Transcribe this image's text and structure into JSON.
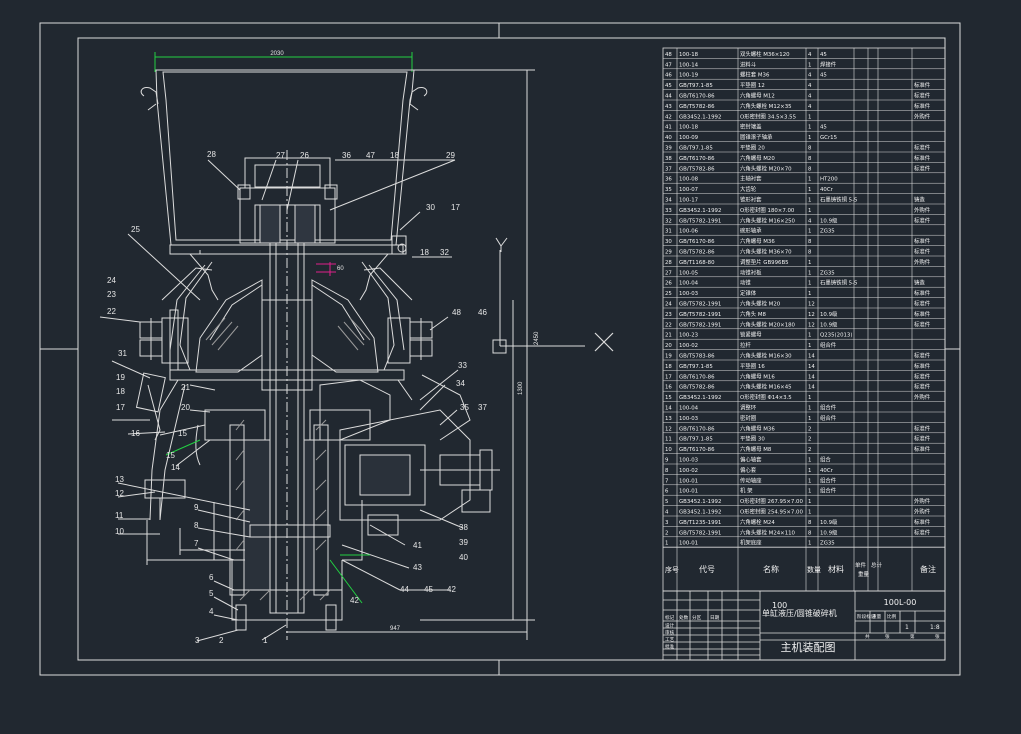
{
  "colors": {
    "background": "#212830",
    "line": "#dcdcdc",
    "dim_green": "#22d042",
    "mark_magenta": "#e0208a",
    "hatch": "#9a9a9a"
  },
  "drawing": {
    "top_dimension": "2030",
    "height_dimension": "2450",
    "sub_height_dimension": "1300",
    "base_dimension": "947",
    "magenta_mark": "60",
    "green_tag_a": "15",
    "green_tag_b": "42"
  },
  "balloons_left": [
    "28",
    "25",
    "24",
    "23",
    "22",
    "31",
    "19",
    "18",
    "17",
    "16",
    "15",
    "14",
    "13",
    "12",
    "11",
    "10",
    "9",
    "8",
    "7",
    "6",
    "5",
    "4",
    "3",
    "2",
    "1",
    "21",
    "20",
    "27",
    "26"
  ],
  "balloons_right": [
    "36",
    "47",
    "18",
    "29",
    "30",
    "17",
    "18",
    "32",
    "48",
    "46",
    "33",
    "34",
    "35",
    "37",
    "38",
    "39",
    "40",
    "41",
    "43",
    "44",
    "45",
    "42"
  ],
  "bom": {
    "rows": [
      {
        "no": "48",
        "code": "100-18",
        "name": "双头螺柱 M36×120",
        "qty": "4",
        "mat": "45",
        "note": ""
      },
      {
        "no": "47",
        "code": "100-14",
        "name": "进料斗",
        "qty": "1",
        "mat": "焊接件",
        "note": ""
      },
      {
        "no": "46",
        "code": "100-19",
        "name": "螺柱套 M36",
        "qty": "4",
        "mat": "45",
        "note": ""
      },
      {
        "no": "45",
        "code": "GB/T97.1-85",
        "name": "平垫圈 12",
        "qty": "4",
        "mat": "",
        "note": "标准件"
      },
      {
        "no": "44",
        "code": "GB/T6170-86",
        "name": "六角螺母 M12",
        "qty": "4",
        "mat": "",
        "note": "标准件"
      },
      {
        "no": "43",
        "code": "GB/T5782-86",
        "name": "六角头螺栓 M12×35",
        "qty": "4",
        "mat": "",
        "note": "标准件"
      },
      {
        "no": "42",
        "code": "GB3452.1-1992",
        "name": "O形密封圈 34.5×3.55",
        "qty": "1",
        "mat": "",
        "note": "外购件"
      },
      {
        "no": "41",
        "code": "100-18",
        "name": "密封端盖",
        "qty": "1",
        "mat": "45",
        "note": ""
      },
      {
        "no": "40",
        "code": "100-09",
        "name": "圆锥滚子轴承",
        "qty": "1",
        "mat": "GCr15",
        "note": ""
      },
      {
        "no": "39",
        "code": "GB/T97.1-85",
        "name": "平垫圈 20",
        "qty": "8",
        "mat": "",
        "note": "标准件"
      },
      {
        "no": "38",
        "code": "GB/T6170-86",
        "name": "六角螺母 M20",
        "qty": "8",
        "mat": "",
        "note": "标准件"
      },
      {
        "no": "37",
        "code": "GB/T5782-86",
        "name": "六角头螺栓 M20×70",
        "qty": "8",
        "mat": "",
        "note": "标准件"
      },
      {
        "no": "36",
        "code": "100-08",
        "name": "主轴衬套",
        "qty": "1",
        "mat": "HT200",
        "note": ""
      },
      {
        "no": "35",
        "code": "100-07",
        "name": "大齿轮",
        "qty": "1",
        "mat": "40Cr",
        "note": ""
      },
      {
        "no": "34",
        "code": "100-17",
        "name": "锥形衬套",
        "qty": "1",
        "mat": "石墨铸铁铜 5-5",
        "note": "铸造"
      },
      {
        "no": "33",
        "code": "GB3452.1-1992",
        "name": "O形密封圈 180×7.00",
        "qty": "1",
        "mat": "",
        "note": "外购件"
      },
      {
        "no": "32",
        "code": "GB/T5782-1991",
        "name": "六角头螺栓 M16×250",
        "qty": "4",
        "mat": "10.9级",
        "note": "标准件"
      },
      {
        "no": "31",
        "code": "100-06",
        "name": "碗形轴承",
        "qty": "1",
        "mat": "ZG35",
        "note": ""
      },
      {
        "no": "30",
        "code": "GB/T6170-86",
        "name": "六角螺母 M36",
        "qty": "8",
        "mat": "",
        "note": "标准件"
      },
      {
        "no": "29",
        "code": "GB/T5782-86",
        "name": "六角头螺栓 M36×70",
        "qty": "8",
        "mat": "",
        "note": "标准件"
      },
      {
        "no": "28",
        "code": "GB/T1168-80",
        "name": "调整垫片 GB996B5",
        "qty": "1",
        "mat": "",
        "note": "外购件"
      },
      {
        "no": "27",
        "code": "100-05",
        "name": "动锥衬板",
        "qty": "1",
        "mat": "ZG35",
        "note": ""
      },
      {
        "no": "26",
        "code": "100-04",
        "name": "动锥",
        "qty": "1",
        "mat": "石墨铸铁铜 5-5",
        "note": "铸造"
      },
      {
        "no": "25",
        "code": "100-03",
        "name": "定锥体",
        "qty": "1",
        "mat": "",
        "note": "标准件"
      },
      {
        "no": "24",
        "code": "GB/T5782-1991",
        "name": "六角头螺栓 M20",
        "qty": "12",
        "mat": "",
        "note": "标准件"
      },
      {
        "no": "23",
        "code": "GB/T5782-1991",
        "name": "六角头 M8",
        "qty": "12",
        "mat": "10.9级",
        "note": "标准件"
      },
      {
        "no": "22",
        "code": "GB/T5782-1991",
        "name": "六角头螺栓 M20×180",
        "qty": "12",
        "mat": "10.9级",
        "note": "标准件"
      },
      {
        "no": "21",
        "code": "100-23",
        "name": "锁紧螺母",
        "qty": "1",
        "mat": "Q235(2013)",
        "note": ""
      },
      {
        "no": "20",
        "code": "100-02",
        "name": "拉杆",
        "qty": "1",
        "mat": "组合件",
        "note": ""
      },
      {
        "no": "19",
        "code": "GB/T5783-86",
        "name": "六角头螺栓 M16×30",
        "qty": "14",
        "mat": "",
        "note": "标准件"
      },
      {
        "no": "18",
        "code": "GB/T97.1-85",
        "name": "平垫圈 16",
        "qty": "14",
        "mat": "",
        "note": "标准件"
      },
      {
        "no": "17",
        "code": "GB/T6170-86",
        "name": "六角螺母 M16",
        "qty": "14",
        "mat": "",
        "note": "标准件"
      },
      {
        "no": "16",
        "code": "GB/T5782-86",
        "name": "六角头螺栓 M16×45",
        "qty": "14",
        "mat": "",
        "note": "标准件"
      },
      {
        "no": "15",
        "code": "GB3452.1-1992",
        "name": "O形密封圈 Φ14×3.5",
        "qty": "1",
        "mat": "",
        "note": "外购件"
      },
      {
        "no": "14",
        "code": "100-04",
        "name": "调整环",
        "qty": "1",
        "mat": "组合件",
        "note": ""
      },
      {
        "no": "13",
        "code": "100-03",
        "name": "密封圈",
        "qty": "1",
        "mat": "组合件",
        "note": ""
      },
      {
        "no": "12",
        "code": "GB/T6170-86",
        "name": "六角螺母 M36",
        "qty": "2",
        "mat": "",
        "note": "标准件"
      },
      {
        "no": "11",
        "code": "GB/T97.1-85",
        "name": "平垫圈 30",
        "qty": "2",
        "mat": "",
        "note": "标准件"
      },
      {
        "no": "10",
        "code": "GB/T6170-86",
        "name": "六角螺母 M8",
        "qty": "2",
        "mat": "",
        "note": "标准件"
      },
      {
        "no": "9",
        "code": "100-03",
        "name": "偏心轴套",
        "qty": "1",
        "mat": "组合",
        "note": ""
      },
      {
        "no": "8",
        "code": "100-02",
        "name": "偏心套",
        "qty": "1",
        "mat": "40Cr",
        "note": ""
      },
      {
        "no": "7",
        "code": "100-01",
        "name": "传动轴座",
        "qty": "1",
        "mat": "组合件",
        "note": ""
      },
      {
        "no": "6",
        "code": "100-01",
        "name": "机 架",
        "qty": "1",
        "mat": "组合件",
        "note": ""
      },
      {
        "no": "5",
        "code": "GB3452.1-1992",
        "name": "O形密封圈 267.95×7.00",
        "qty": "1",
        "mat": "",
        "note": "外购件"
      },
      {
        "no": "4",
        "code": "GB3452.1-1992",
        "name": "O形密封圈 254.95×7.00",
        "qty": "1",
        "mat": "",
        "note": "外购件"
      },
      {
        "no": "3",
        "code": "GB/T1235-1991",
        "name": "六角螺栓 M24",
        "qty": "8",
        "mat": "10.9级",
        "note": "标准件"
      },
      {
        "no": "2",
        "code": "GB/T5782-1991",
        "name": "六角头螺栓 M24×110",
        "qty": "8",
        "mat": "10.9级",
        "note": "标准件"
      },
      {
        "no": "1",
        "code": "100-01",
        "name": "机架底座",
        "qty": "1",
        "mat": "ZG35",
        "note": ""
      }
    ],
    "header": {
      "no": "序号",
      "code": "代号",
      "name": "名称",
      "qty": "数量",
      "mat": "材料",
      "single": "单件",
      "total": "总计",
      "weight": "重量",
      "note": "备注"
    }
  },
  "title_block": {
    "product_line1": "100",
    "product_line2": "单缸液压/圆锥破碎机",
    "drawing_no": "100L-00",
    "drawing_title": "主机装配图",
    "scale": "1:8",
    "sheet": "1",
    "labels": [
      "设计",
      "审核",
      "工艺",
      "批准",
      "标记",
      "处数",
      "分区",
      "日期",
      "阶段标记",
      "重量",
      "比例",
      "共",
      "张",
      "第",
      "张"
    ]
  }
}
